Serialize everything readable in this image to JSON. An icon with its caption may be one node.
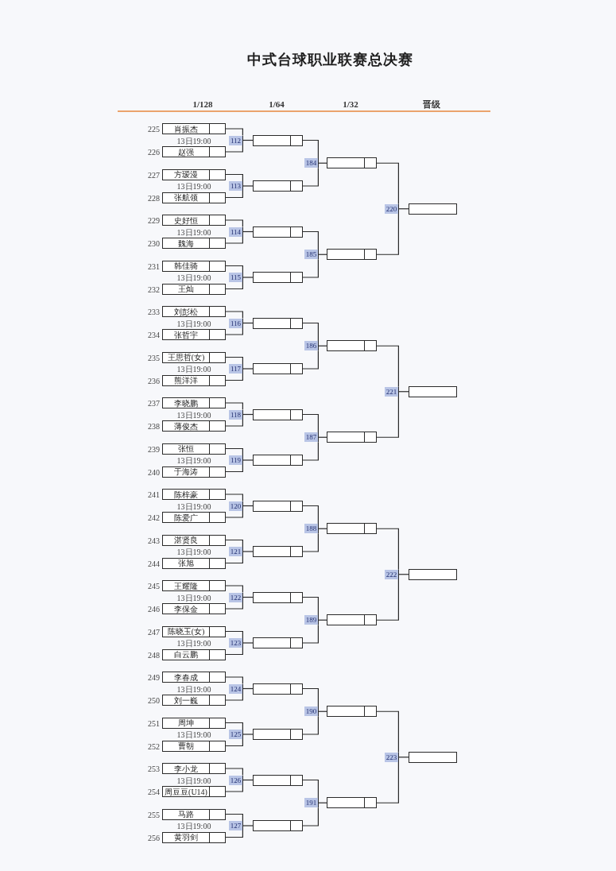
{
  "diagram": {
    "title": "中式台球职业联赛总决赛",
    "nodes": [
      {
        "text": [
          "肖振杰"
        ],
        "beside": [
          "225"
        ]
      },
      {
        "text": [
          "赵强"
        ],
        "beside": [
          "226"
        ]
      },
      {
        "text": [
          "方瑷漫"
        ],
        "beside": [
          "227"
        ]
      },
      {
        "text": [
          "张航领"
        ],
        "beside": [
          "228"
        ]
      },
      {
        "text": [
          "史好恒"
        ],
        "beside": [
          "229"
        ]
      },
      {
        "text": [
          "魏海"
        ],
        "beside": [
          "230"
        ]
      },
      {
        "text": [
          "韩佳骑"
        ],
        "beside": [
          "231"
        ]
      },
      {
        "text": [
          "王灿"
        ],
        "beside": [
          "232"
        ]
      },
      {
        "text": [
          "刘彭松"
        ],
        "beside": [
          "233"
        ]
      },
      {
        "text": [
          "张哲宇"
        ],
        "beside": [
          "234"
        ]
      },
      {
        "text": [
          "王思哲(女)"
        ],
        "beside": [
          "235"
        ]
      },
      {
        "text": [
          "熊洋洋"
        ],
        "beside": [
          "236"
        ]
      },
      {
        "text": [
          "李晓鹏"
        ],
        "beside": [
          "237"
        ]
      },
      {
        "text": [
          "薄俊杰"
        ],
        "beside": [
          "238"
        ]
      },
      {
        "text": [
          "张恒"
        ],
        "beside": [
          "239"
        ]
      },
      {
        "text": [
          "于海涛"
        ],
        "beside": [
          "240"
        ]
      },
      {
        "text": [
          "陈梓豪"
        ],
        "beside": [
          "241"
        ]
      },
      {
        "text": [
          "陈爱广"
        ],
        "beside": [
          "242"
        ]
      },
      {
        "text": [
          "湛贤良"
        ],
        "beside": [
          "243"
        ]
      },
      {
        "text": [
          "张旭"
        ],
        "beside": [
          "244"
        ]
      },
      {
        "text": [
          "王耀隆"
        ],
        "beside": [
          "245"
        ]
      },
      {
        "text": [
          "李保金"
        ],
        "beside": [
          "246"
        ]
      },
      {
        "text": [
          "陈晓玉(女)"
        ],
        "beside": [
          "247"
        ]
      },
      {
        "text": [
          "白云鹏"
        ],
        "beside": [
          "248"
        ]
      },
      {
        "text": [
          "李春成"
        ],
        "beside": [
          "249"
        ]
      },
      {
        "text": [
          "刘一巍"
        ],
        "beside": [
          "250"
        ]
      },
      {
        "text": [
          "周坤"
        ],
        "beside": [
          "251"
        ]
      },
      {
        "text": [
          "曹朝"
        ],
        "beside": [
          "252"
        ]
      },
      {
        "text": [
          "李小龙"
        ],
        "beside": [
          "253"
        ]
      },
      {
        "text": [
          "周豆豆(U14)"
        ],
        "beside": [
          "254"
        ]
      },
      {
        "text": [
          "马路"
        ],
        "beside": [
          "255"
        ]
      },
      {
        "text": [
          "黄羽剑"
        ],
        "beside": [
          "256"
        ]
      },
      {
        "text": [
          "112"
        ]
      },
      {
        "text": [
          "113"
        ]
      },
      {
        "text": [
          "114"
        ]
      },
      {
        "text": [
          "115"
        ]
      },
      {
        "text": [
          "116"
        ]
      },
      {
        "text": [
          "117"
        ]
      },
      {
        "text": [
          "118"
        ]
      },
      {
        "text": [
          "119"
        ]
      },
      {
        "text": [
          "120"
        ]
      },
      {
        "text": [
          "121"
        ]
      },
      {
        "text": [
          "122"
        ]
      },
      {
        "text": [
          "123"
        ]
      },
      {
        "text": [
          "124"
        ]
      },
      {
        "text": [
          "125"
        ]
      },
      {
        "text": [
          "126"
        ]
      },
      {
        "text": [
          "127"
        ]
      },
      {
        "text": [],
        "shape": "box"
      },
      {
        "text": [],
        "shape": "box"
      },
      {
        "text": [],
        "shape": "box"
      },
      {
        "text": [],
        "shape": "box"
      },
      {
        "text": [],
        "shape": "box"
      },
      {
        "text": [],
        "shape": "box"
      },
      {
        "text": [],
        "shape": "box"
      },
      {
        "text": [],
        "shape": "box"
      },
      {
        "text": [],
        "shape": "box"
      },
      {
        "text": [],
        "shape": "box"
      },
      {
        "text": [],
        "shape": "box"
      },
      {
        "text": [],
        "shape": "box"
      },
      {
        "text": [],
        "shape": "box"
      },
      {
        "text": [],
        "shape": "box"
      },
      {
        "text": [],
        "shape": "box"
      },
      {
        "text": [],
        "shape": "box"
      },
      {
        "text": [
          "184"
        ]
      },
      {
        "text": [
          "185"
        ]
      },
      {
        "text": [
          "186"
        ]
      },
      {
        "text": [
          "187"
        ]
      },
      {
        "text": [
          "188"
        ]
      },
      {
        "text": [
          "189"
        ]
      },
      {
        "text": [
          "190"
        ]
      },
      {
        "text": [
          "191"
        ]
      },
      {
        "text": [],
        "shape": "box"
      },
      {
        "text": [],
        "shape": "box"
      },
      {
        "text": [],
        "shape": "box"
      },
      {
        "text": [],
        "shape": "box"
      },
      {
        "text": [],
        "shape": "box"
      },
      {
        "text": [],
        "shape": "box"
      },
      {
        "text": [],
        "shape": "box"
      },
      {
        "text": [],
        "shape": "box"
      },
      {
        "text": [
          "220"
        ]
      },
      {
        "text": [
          "221"
        ]
      },
      {
        "text": [
          "222"
        ]
      },
      {
        "text": [
          "223"
        ]
      },
      {
        "text": [],
        "shape": "box"
      },
      {
        "text": [],
        "shape": "box"
      },
      {
        "text": [],
        "shape": "box"
      },
      {
        "text": [],
        "shape": "box"
      }
    ],
    "edges": [
      {
        "from": 0,
        "to": 32,
        "arrow": "none"
      },
      {
        "from": 1,
        "to": 32,
        "arrow": "none"
      },
      {
        "from": 2,
        "to": 33,
        "arrow": "none"
      },
      {
        "from": 3,
        "to": 33,
        "arrow": "none"
      },
      {
        "from": 4,
        "to": 34,
        "arrow": "none"
      },
      {
        "from": 5,
        "to": 34,
        "arrow": "none"
      },
      {
        "from": 6,
        "to": 35,
        "arrow": "none"
      },
      {
        "from": 7,
        "to": 35,
        "arrow": "none"
      },
      {
        "from": 8,
        "to": 36,
        "arrow": "none"
      },
      {
        "from": 9,
        "to": 36,
        "arrow": "none"
      },
      {
        "from": 10,
        "to": 37,
        "arrow": "none"
      },
      {
        "from": 11,
        "to": 37,
        "arrow": "none"
      },
      {
        "from": 12,
        "to": 38,
        "arrow": "none"
      },
      {
        "from": 13,
        "to": 38,
        "arrow": "none"
      },
      {
        "from": 14,
        "to": 39,
        "arrow": "none"
      },
      {
        "from": 15,
        "to": 39,
        "arrow": "none"
      },
      {
        "from": 16,
        "to": 40,
        "arrow": "none"
      },
      {
        "from": 17,
        "to": 40,
        "arrow": "none"
      },
      {
        "from": 18,
        "to": 41,
        "arrow": "none"
      },
      {
        "from": 19,
        "to": 41,
        "arrow": "none"
      },
      {
        "from": 20,
        "to": 42,
        "arrow": "none"
      },
      {
        "from": 21,
        "to": 42,
        "arrow": "none"
      },
      {
        "from": 22,
        "to": 43,
        "arrow": "none"
      },
      {
        "from": 23,
        "to": 43,
        "arrow": "none"
      },
      {
        "from": 24,
        "to": 44,
        "arrow": "none"
      },
      {
        "from": 25,
        "to": 44,
        "arrow": "none"
      },
      {
        "from": 26,
        "to": 45,
        "arrow": "none"
      },
      {
        "from": 27,
        "to": 45,
        "arrow": "none"
      },
      {
        "from": 28,
        "to": 46,
        "arrow": "none"
      },
      {
        "from": 29,
        "to": 46,
        "arrow": "none"
      },
      {
        "from": 30,
        "to": 47,
        "arrow": "none"
      },
      {
        "from": 31,
        "to": 47,
        "arrow": "none"
      },
      {
        "from": 32,
        "to": 48,
        "arrow": "none"
      },
      {
        "from": 33,
        "to": 49,
        "arrow": "none"
      },
      {
        "from": 34,
        "to": 50,
        "arrow": "none"
      },
      {
        "from": 35,
        "to": 51,
        "arrow": "none"
      },
      {
        "from": 36,
        "to": 52,
        "arrow": "none"
      },
      {
        "from": 37,
        "to": 53,
        "arrow": "none"
      },
      {
        "from": 38,
        "to": 54,
        "arrow": "none"
      },
      {
        "from": 39,
        "to": 55,
        "arrow": "none"
      },
      {
        "from": 40,
        "to": 56,
        "arrow": "none"
      },
      {
        "from": 41,
        "to": 57,
        "arrow": "none"
      },
      {
        "from": 42,
        "to": 58,
        "arrow": "none"
      },
      {
        "from": 43,
        "to": 59,
        "arrow": "none"
      },
      {
        "from": 44,
        "to": 60,
        "arrow": "none"
      },
      {
        "from": 45,
        "to": 61,
        "arrow": "none"
      },
      {
        "from": 46,
        "to": 62,
        "arrow": "none"
      },
      {
        "from": 47,
        "to": 63,
        "arrow": "none"
      },
      {
        "from": 48,
        "to": 64,
        "arrow": "none"
      },
      {
        "from": 49,
        "to": 64,
        "arrow": "none"
      },
      {
        "from": 50,
        "to": 65,
        "arrow": "none"
      },
      {
        "from": 51,
        "to": 65,
        "arrow": "none"
      },
      {
        "from": 52,
        "to": 66,
        "arrow": "none"
      },
      {
        "from": 53,
        "to": 66,
        "arrow": "none"
      },
      {
        "from": 54,
        "to": 67,
        "arrow": "none"
      },
      {
        "from": 55,
        "to": 67,
        "arrow": "none"
      },
      {
        "from": 56,
        "to": 68,
        "arrow": "none"
      },
      {
        "from": 57,
        "to": 68,
        "arrow": "none"
      },
      {
        "from": 58,
        "to": 69,
        "arrow": "none"
      },
      {
        "from": 59,
        "to": 69,
        "arrow": "none"
      },
      {
        "from": 60,
        "to": 70,
        "arrow": "none"
      },
      {
        "from": 61,
        "to": 70,
        "arrow": "none"
      },
      {
        "from": 62,
        "to": 71,
        "arrow": "none"
      },
      {
        "from": 63,
        "to": 71,
        "arrow": "none"
      },
      {
        "from": 64,
        "to": 72,
        "arrow": "none"
      },
      {
        "from": 65,
        "to": 73,
        "arrow": "none"
      },
      {
        "from": 66,
        "to": 74,
        "arrow": "none"
      },
      {
        "from": 67,
        "to": 75,
        "arrow": "none"
      },
      {
        "from": 68,
        "to": 76,
        "arrow": "none"
      },
      {
        "from": 69,
        "to": 77,
        "arrow": "none"
      },
      {
        "from": 70,
        "to": 78,
        "arrow": "none"
      },
      {
        "from": 71,
        "to": 79,
        "arrow": "none"
      },
      {
        "from": 72,
        "to": 80,
        "arrow": "none"
      },
      {
        "from": 73,
        "to": 80,
        "arrow": "none"
      },
      {
        "from": 74,
        "to": 81,
        "arrow": "none"
      },
      {
        "from": 75,
        "to": 81,
        "arrow": "none"
      },
      {
        "from": 76,
        "to": 82,
        "arrow": "none"
      },
      {
        "from": 77,
        "to": 82,
        "arrow": "none"
      },
      {
        "from": 78,
        "to": 83,
        "arrow": "none"
      },
      {
        "from": 79,
        "to": 83,
        "arrow": "none"
      },
      {
        "from": 80,
        "to": 84,
        "arrow": "none"
      },
      {
        "from": 81,
        "to": 85,
        "arrow": "none"
      },
      {
        "from": 82,
        "to": 86,
        "arrow": "none"
      },
      {
        "from": 83,
        "to": 87,
        "arrow": "none"
      }
    ],
    "labels": [
      "1/128",
      "1/64",
      "1/32",
      "晋级",
      "13日19:00",
      "13日19:00",
      "13日19:00",
      "13日19:00",
      "13日19:00",
      "13日19:00",
      "13日19:00",
      "13日19:00",
      "13日19:00",
      "13日19:00",
      "13日19:00",
      "13日19:00",
      "13日19:00",
      "13日19:00",
      "13日19:00",
      "13日19:00"
    ]
  }
}
